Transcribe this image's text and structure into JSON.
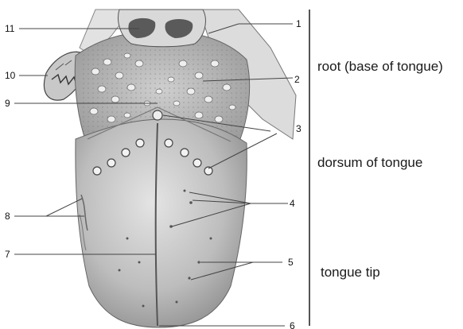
{
  "figure": {
    "regions": {
      "root": "root (base of tongue)",
      "dorsum": "dorsum of tongue",
      "tip": "tongue tip"
    },
    "labels": [
      "1",
      "2",
      "3",
      "4",
      "5",
      "6",
      "7",
      "8",
      "9",
      "10",
      "11"
    ]
  }
}
